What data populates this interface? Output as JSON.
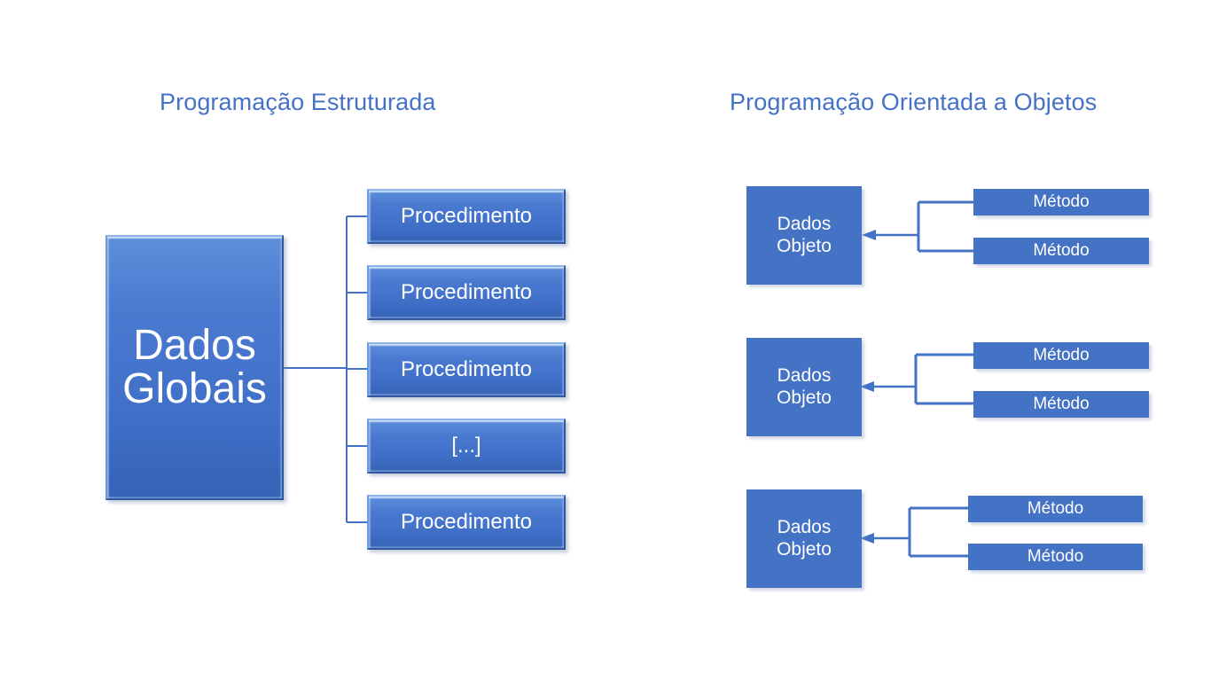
{
  "slide": {
    "background_color": "#FFFFFF",
    "accent_color": "#4472C4",
    "title_color": "#4572C4",
    "box_text_color": "#FFFFFF",
    "connector_color": "#4472C4"
  },
  "left_panel": {
    "title": "Programação Estruturada",
    "central_box": {
      "line1": "Dados",
      "line2": "Globais"
    },
    "procedures": [
      {
        "label": "Procedimento"
      },
      {
        "label": "Procedimento"
      },
      {
        "label": "Procedimento"
      },
      {
        "label": "[...]"
      },
      {
        "label": "Procedimento"
      }
    ]
  },
  "right_panel": {
    "title": "Programação Orientada a Objetos",
    "objects": [
      {
        "data_box": {
          "line1": "Dados",
          "line2": "Objeto"
        },
        "methods": [
          {
            "label": "Método"
          },
          {
            "label": "Método"
          }
        ]
      },
      {
        "data_box": {
          "line1": "Dados",
          "line2": "Objeto"
        },
        "methods": [
          {
            "label": "Método"
          },
          {
            "label": "Método"
          }
        ]
      },
      {
        "data_box": {
          "line1": "Dados",
          "line2": "Objeto"
        },
        "methods": [
          {
            "label": "Método"
          },
          {
            "label": "Método"
          }
        ]
      }
    ]
  }
}
